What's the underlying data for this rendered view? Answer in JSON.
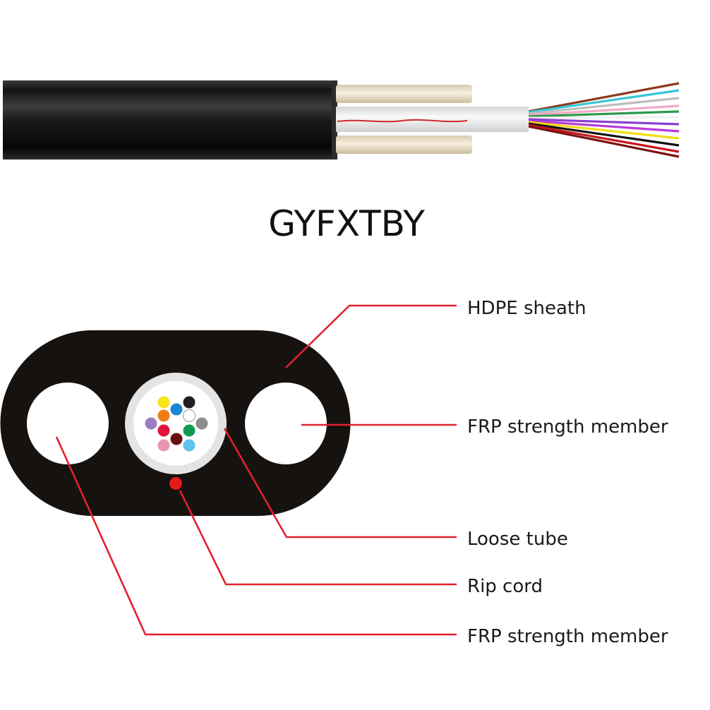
{
  "title": "GYFXTBY",
  "colors": {
    "sheath": "#151210",
    "frp": "#efe2c9",
    "tube": "#eeeeee",
    "leader": "#e0222c",
    "rip_cord": "#e51a1a"
  },
  "fibers": [
    "#f7e31a",
    "#1f1f1f",
    "#1b86d6",
    "#ef7d17",
    "#ffffff",
    "#9a7fc0",
    "#139a52",
    "#8d8d8d",
    "#e3143b",
    "#e995b0",
    "#6a0f0f",
    "#5ec4ee"
  ],
  "callouts": [
    {
      "id": "hdpe",
      "label": "HDPE sheath"
    },
    {
      "id": "frp-right",
      "label": "FRP strength member"
    },
    {
      "id": "loose-tube",
      "label": "Loose tube"
    },
    {
      "id": "rip-cord",
      "label": "Rip cord"
    },
    {
      "id": "frp-left",
      "label": "FRP strength member"
    }
  ]
}
